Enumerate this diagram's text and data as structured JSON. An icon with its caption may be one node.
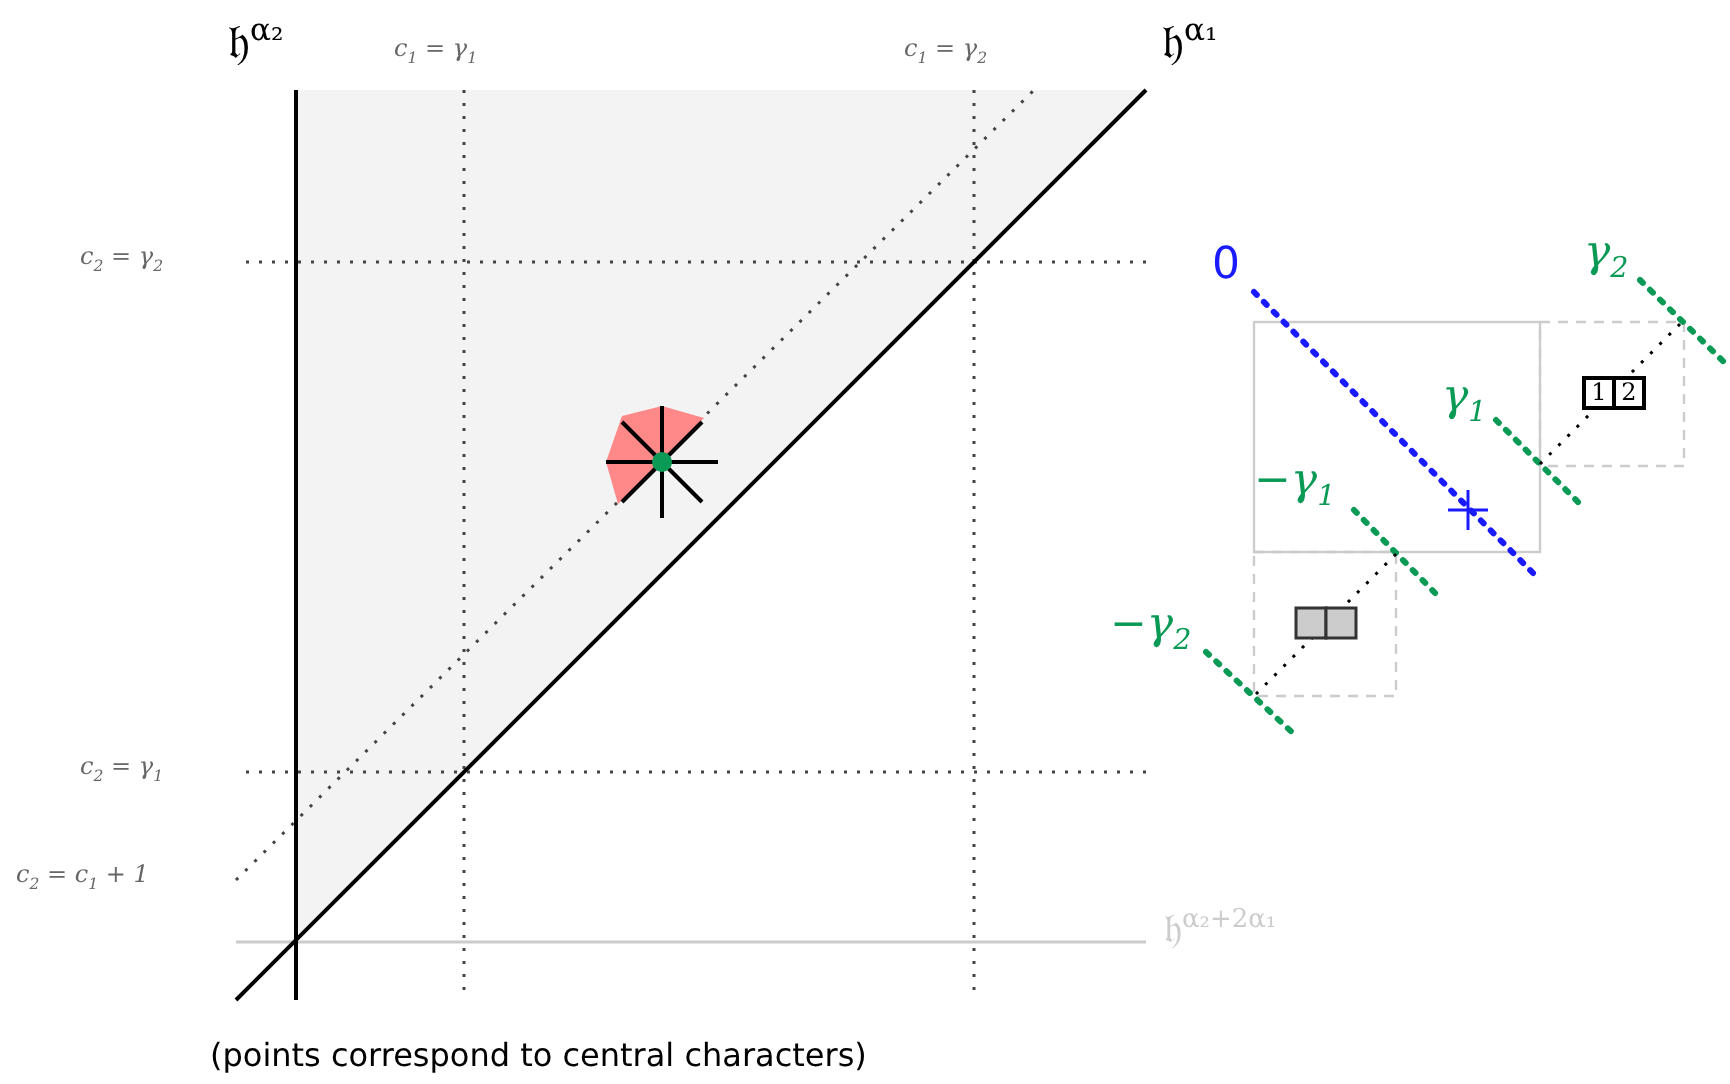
{
  "diagram": {
    "caption": "(points correspond to central characters)",
    "labels": [
      "𝔥$^{α₂}$",
      "c$_{1}$ = γ$_{1}$",
      "c$_{1}$ = γ$_{2}$",
      "𝔥$^{α₁}$",
      "c$_{2}$ = γ$_{2}$",
      "0",
      "γ$_{2}$",
      "γ$_{1}$",
      "−γ$_{1}$",
      "−γ$_{2}$",
      "1",
      "2",
      "c$_{2}$ = γ$_{1}$",
      "c$_{2}$ = c$_{1}$ + 1",
      "𝔥$^{α₂+2α₁}$"
    ]
  }
}
